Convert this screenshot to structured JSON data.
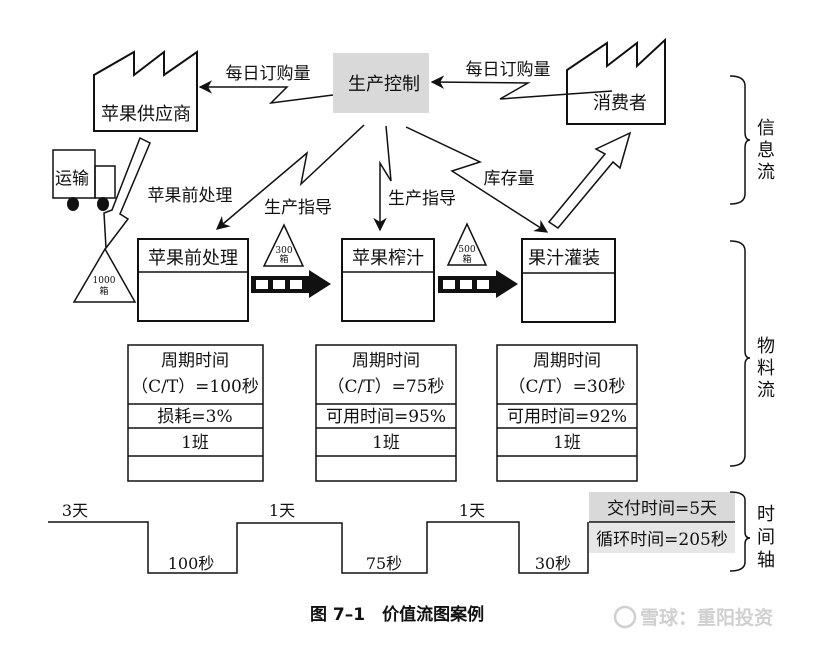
{
  "nodes": {
    "supplier": "苹果供应商",
    "control": "生产控制",
    "customer": "消费者",
    "transport": "运输"
  },
  "info_labels": {
    "order_left": "每日订购量",
    "order_right": "每日订购量",
    "guide_1_prefix": "苹果前处理",
    "guide_1": "生产指导",
    "guide_2": "生产指导",
    "inventory": "库存量"
  },
  "processes": [
    {
      "name": "苹果前处理",
      "data_rows": [
        "周期时间",
        "（C/T）=100秒",
        "损耗=3%",
        "1班",
        ""
      ]
    },
    {
      "name": "苹果榨汁",
      "data_rows": [
        "周期时间",
        "（C/T）=75秒",
        "可用时间=95%",
        "1班",
        ""
      ]
    },
    {
      "name": "果汁灌装",
      "data_rows": [
        "周期时间",
        "（C/T）=30秒",
        "可用时间=92%",
        "1班",
        ""
      ]
    }
  ],
  "inventories": [
    {
      "qty": "1000",
      "unit": "箱"
    },
    {
      "qty": "300",
      "unit": "箱"
    },
    {
      "qty": "500",
      "unit": "箱"
    }
  ],
  "timeline": {
    "waits": [
      "3天",
      "1天",
      "1天"
    ],
    "processing": [
      "100秒",
      "75秒",
      "30秒"
    ],
    "lead_time": "交付时间=5天",
    "cycle_time": "循环时间=205秒"
  },
  "brackets": {
    "info_flow": [
      "信",
      "息",
      "流"
    ],
    "material_flow": [
      "物",
      "料",
      "流"
    ],
    "time_axis": [
      "时",
      "间",
      "轴"
    ]
  },
  "caption": "图 7–1　价值流图案例",
  "watermark": "雪球：重阳投资",
  "colors": {
    "control_fill": "#d9d9d9",
    "summary_fill": "#d9d9d9",
    "line": "#111111"
  }
}
